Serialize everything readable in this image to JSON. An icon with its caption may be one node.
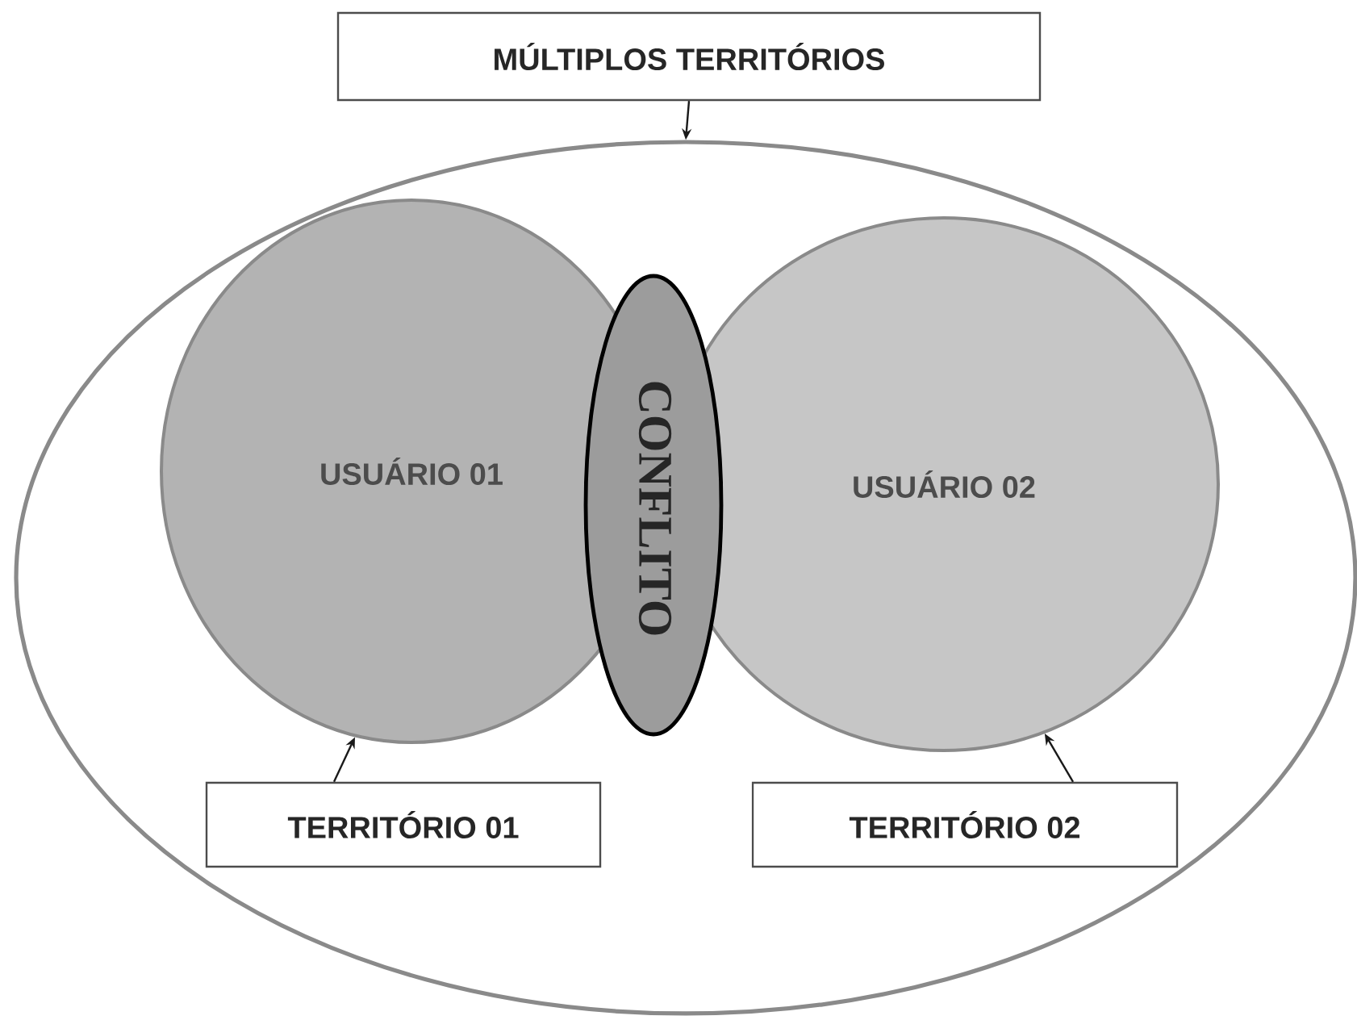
{
  "diagram": {
    "nodes": [
      {
        "text": [
          "MÚLTIPLOS TERRITÓRIOS"
        ]
      },
      {
        "text": [],
        "shape": "ellipse"
      },
      {
        "text": [
          "USUÁRIO 01"
        ],
        "in": 1
      },
      {
        "text": [
          "USUÁRIO 02"
        ],
        "in": 1
      },
      {
        "text": [
          "CONFLITO"
        ],
        "in": 1
      },
      {
        "text": [
          "TERRITÓRIO 01"
        ],
        "in": 1
      },
      {
        "text": [
          "TERRITÓRIO 02"
        ],
        "in": 1
      }
    ],
    "edges": [
      {
        "from": 0,
        "to": 1,
        "arrow": "to"
      },
      {
        "from": 5,
        "to": 2,
        "arrow": "to"
      },
      {
        "from": 6,
        "to": 3,
        "arrow": "to"
      }
    ]
  }
}
